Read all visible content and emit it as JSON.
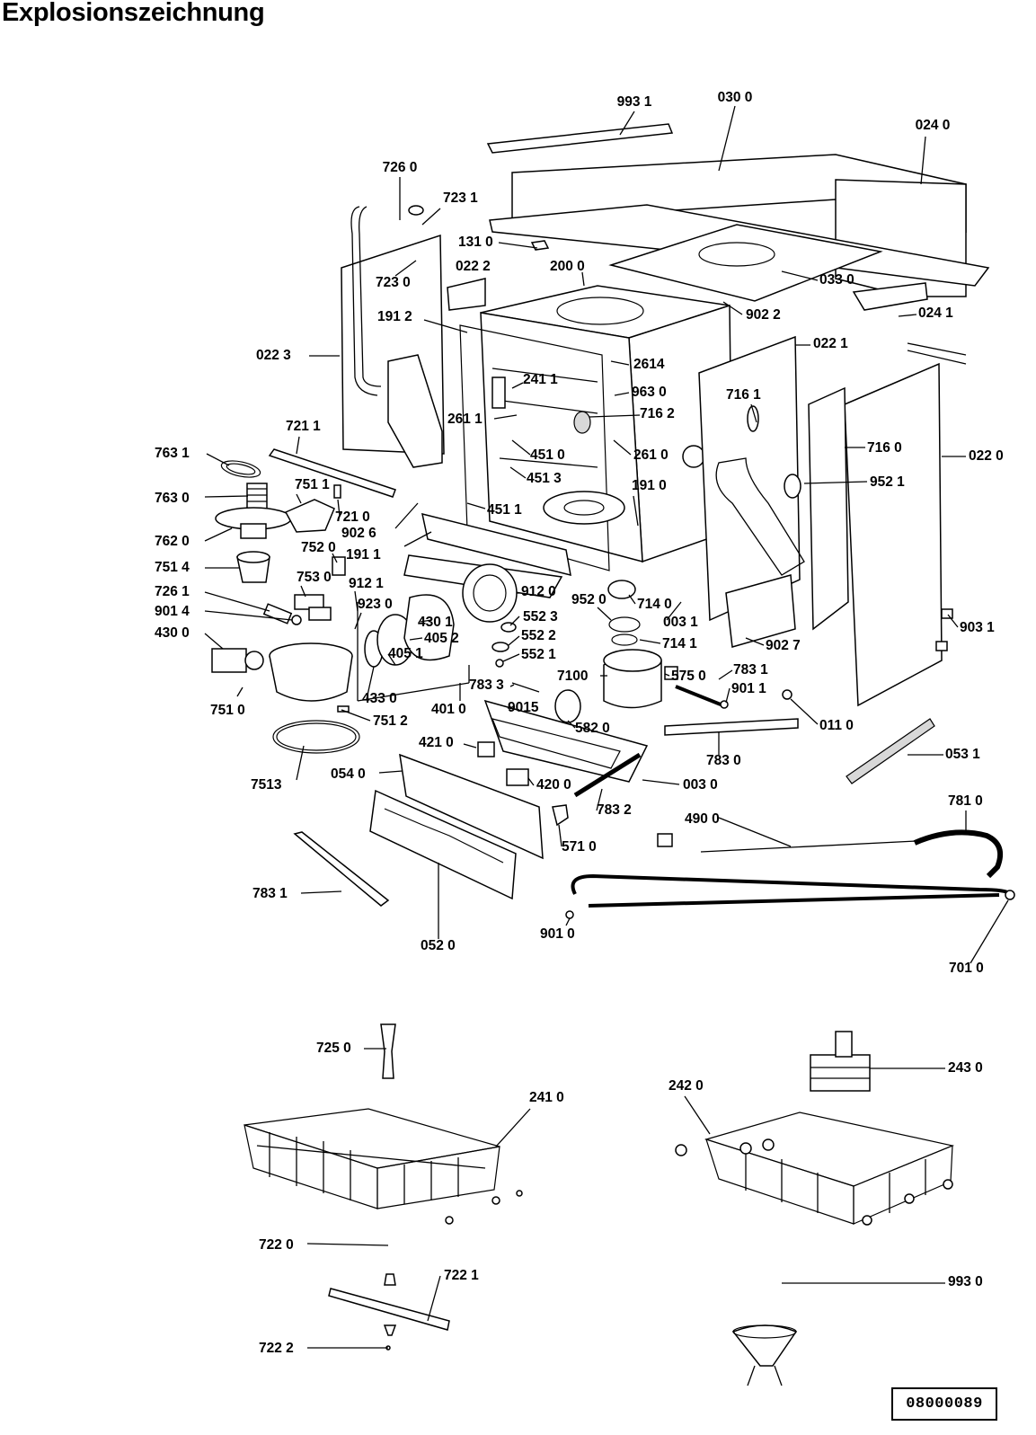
{
  "title": "Explosionszeichnung",
  "document_number": "08000089",
  "colors": {
    "ink": "#000000",
    "paper": "#ffffff"
  },
  "labels": [
    "993 1",
    "030 0",
    "024 0",
    "726 0",
    "723 1",
    "131 0",
    "022 2",
    "200 0",
    "723 0",
    "033 0",
    "902 2",
    "024 1",
    "191 2",
    "022 3",
    "022 1",
    "2614",
    "241 1",
    "963 0",
    "261 1",
    "716 2",
    "716 1",
    "721 1",
    "451 0",
    "261 0",
    "716 0",
    "022 0",
    "763 1",
    "751 1",
    "451 3",
    "191 0",
    "952 1",
    "763 0",
    "721 0",
    "902 6",
    "451 1",
    "762 0",
    "191 1",
    "752 0",
    "751 4",
    "753 0",
    "912 1",
    "912 0",
    "952 0",
    "714 0",
    "726 1",
    "923 0",
    "552 3",
    "003 1",
    "901 4",
    "430 1",
    "903 1",
    "430 0",
    "405 2",
    "552 2",
    "714 1",
    "902 7",
    "405 1",
    "552 1",
    "7100",
    "575 0",
    "783 1",
    "783 3",
    "901 1",
    "751 0",
    "433 0",
    "401 0",
    "9015",
    "751 2",
    "582 0",
    "011 0",
    "421 0",
    "783 0",
    "053 1",
    "7513",
    "054 0",
    "420 0",
    "003 0",
    "783 2",
    "490 0",
    "781 0",
    "571 0",
    "783 1",
    "052 0",
    "901 0",
    "701 0",
    "725 0",
    "243 0",
    "241 0",
    "242 0",
    "722 0",
    "722 1",
    "993 0",
    "722 2"
  ]
}
